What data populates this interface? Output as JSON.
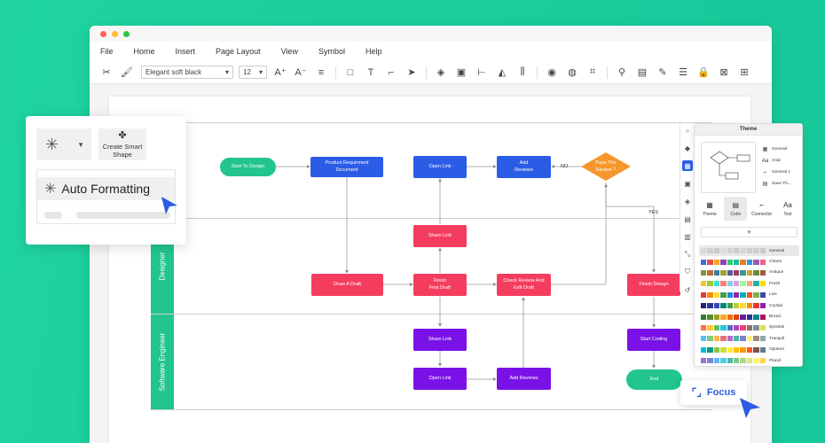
{
  "menu": [
    "File",
    "Home",
    "Insert",
    "Page Layout",
    "View",
    "Symbol",
    "Help"
  ],
  "toolbar": {
    "font": "Elegant soft black",
    "size": "12"
  },
  "lanes": {
    "designer": "Designer",
    "engineer": "Software Engineer"
  },
  "nodes": {
    "start": "Start To Design",
    "product_req": "Product Requirment\nDocument",
    "open_link_top": "Open Link",
    "add_reviews_top": "Add\nReviews",
    "pass_review": "Pass The\nReview ?",
    "share_link_top": "Share Link",
    "draw_draft": "Draw A Draft",
    "finish_first": "Finish\nFirst Draft",
    "check_review": "Check Review And\nEdit Draft",
    "finish_design": "Finish Design",
    "share_link_bottom": "Share Link",
    "start_coding": "Start Coding",
    "open_link_bottom": "Open Link",
    "add_reviews_bottom": "Add Reviews",
    "end": "End"
  },
  "edge_labels": {
    "no": "NO",
    "yes": "YES"
  },
  "theme_panel": {
    "title": "Theme",
    "options": [
      "General",
      "Arial",
      "General 1",
      "Save Th..."
    ],
    "tabs": [
      "Theme",
      "Color",
      "Connector",
      "Text"
    ],
    "add": "+",
    "themes": [
      {
        "name": "General",
        "colors": [
          "#d9d9d9",
          "#cfcfcf",
          "#c8c8c8",
          "#dcdcdc",
          "#d2d2d2",
          "#cbcbcb",
          "#d6d6d6",
          "#cccccc",
          "#d0d0d0",
          "#c9c9c9"
        ]
      },
      {
        "name": "Charm",
        "colors": [
          "#3a6fd8",
          "#e64a4a",
          "#f5a623",
          "#8e44ad",
          "#2ecc71",
          "#1abc9c",
          "#e67e22",
          "#3498db",
          "#9b59b6",
          "#f06292"
        ]
      },
      {
        "name": "Antique",
        "colors": [
          "#7a9a3a",
          "#c06a3a",
          "#3a7aa0",
          "#a0a03a",
          "#5a5a9a",
          "#9a3a6a",
          "#3a9a8a",
          "#caa23a",
          "#6a8a3a",
          "#a05a3a"
        ]
      },
      {
        "name": "Fresh",
        "colors": [
          "#f4c430",
          "#9acd32",
          "#40e0d0",
          "#f08080",
          "#87ceeb",
          "#dda0dd",
          "#98fb98",
          "#ffa07a",
          "#20b2aa",
          "#ffd700"
        ]
      },
      {
        "name": "Live",
        "colors": [
          "#e53935",
          "#fb8c00",
          "#fdd835",
          "#43a047",
          "#1e88e5",
          "#8e24aa",
          "#00acc1",
          "#f4511e",
          "#7cb342",
          "#3949ab"
        ]
      },
      {
        "name": "Crystal",
        "colors": [
          "#1a237e",
          "#283593",
          "#3949ab",
          "#00897b",
          "#43a047",
          "#c0ca33",
          "#fdd835",
          "#fb8c00",
          "#e53935",
          "#8e24aa"
        ]
      },
      {
        "name": "Broad",
        "colors": [
          "#2e7d32",
          "#558b2f",
          "#9e9d24",
          "#f9a825",
          "#ef6c00",
          "#d84315",
          "#6a1b9a",
          "#283593",
          "#00838f",
          "#ad1457"
        ]
      },
      {
        "name": "Sprinkle",
        "colors": [
          "#ff7043",
          "#ffca28",
          "#66bb6a",
          "#26c6da",
          "#5c6bc0",
          "#ab47bc",
          "#ec407a",
          "#8d6e63",
          "#78909c",
          "#d4e157"
        ]
      },
      {
        "name": "Tranquil",
        "colors": [
          "#4fc3f7",
          "#81c784",
          "#ffb74d",
          "#e57373",
          "#ba68c8",
          "#4db6ac",
          "#7986cb",
          "#fff176",
          "#a1887f",
          "#90a4ae"
        ]
      },
      {
        "name": "Opulent",
        "colors": [
          "#00bcd4",
          "#009688",
          "#8bc34a",
          "#cddc39",
          "#ffeb3b",
          "#ffc107",
          "#ff9800",
          "#ff5722",
          "#795548",
          "#607d8b"
        ]
      },
      {
        "name": "Placid",
        "colors": [
          "#9575cd",
          "#7986cb",
          "#64b5f6",
          "#4dd0e1",
          "#4db6ac",
          "#81c784",
          "#aed581",
          "#dce775",
          "#fff176",
          "#ffd54f"
        ]
      }
    ]
  },
  "card": {
    "create_smart": "Create Smart\nShape",
    "auto_formatting": "Auto Formatting"
  },
  "focus": "Focus",
  "colors": {
    "accent": "#2b5ce6",
    "background": "#1ecf9a",
    "lane": "#22c58c"
  }
}
